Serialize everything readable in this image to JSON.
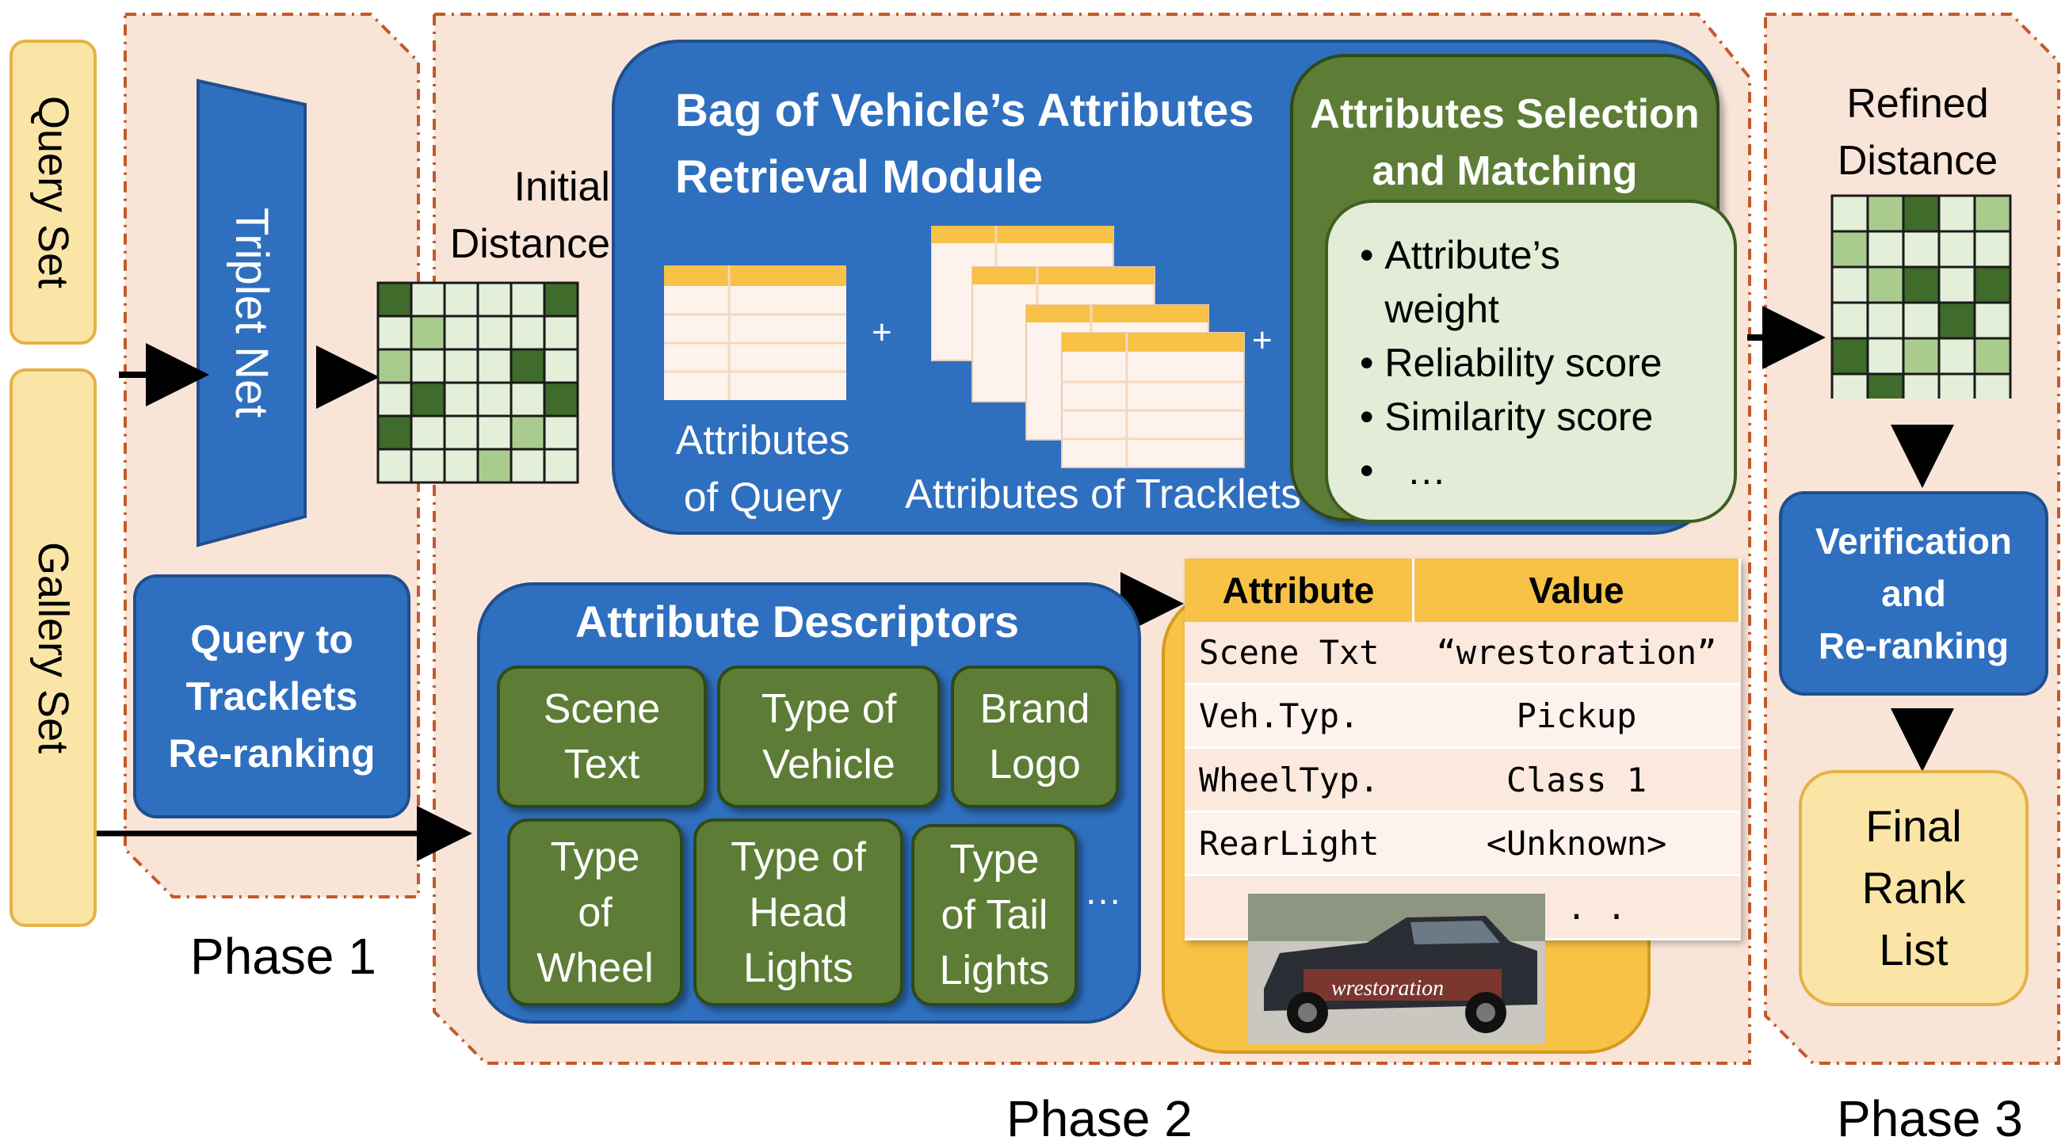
{
  "side": {
    "query_set": "Query Set",
    "gallery_set": "Gallery Set"
  },
  "phase1": {
    "label": "Phase 1",
    "triplet_net": "Triplet Net",
    "initial_distance": "Initial\nDistance",
    "query_to_tracklets": "Query to\nTracklets\nRe-ranking"
  },
  "phase2": {
    "label": "Phase 2",
    "bag_title": "Bag of Vehicle’s Attributes\nRetrieval Module",
    "plus": "+",
    "attributes_of_query": "Attributes\nof Query",
    "attributes_of_tracklets": "Attributes of Tracklets",
    "selection_title": "Attributes Selection\nand Matching",
    "selection_items": [
      "Attribute’s\nweight",
      "Reliability score",
      "Similarity score",
      "…"
    ],
    "descriptors_title": "Attribute Descriptors",
    "descriptors": [
      "Scene\nText",
      "Type of\nVehicle",
      "Brand\nLogo",
      "Type\nof\nWheel",
      "Type  of\nHead\nLights",
      "Type\nof Tail\nLights"
    ],
    "descriptors_more": "…",
    "table": {
      "headers": [
        "Attribute",
        "Value"
      ],
      "rows": [
        [
          "Scene Txt",
          "“wrestoration”"
        ],
        [
          "Veh.Typ.",
          "Pickup"
        ],
        [
          "WheelTyp.",
          "Class 1"
        ],
        [
          "RearLight",
          "<Unknown>"
        ],
        [
          "",
          ". . ."
        ]
      ]
    },
    "truck_text": "wrestoration"
  },
  "phase3": {
    "label": "Phase 3",
    "refined_distance": "Refined\nDistance",
    "verification": "Verification\nand\nRe-ranking",
    "final_rank": "Final\nRank\nList"
  },
  "colors": {
    "grid_light": "#e3efd9",
    "grid_mid": "#a9cc8e",
    "grid_dark": "#3f6b2b",
    "blue": "#2f6fbf",
    "green": "#5d7d36",
    "yellow_header": "#f7c245"
  },
  "matrices": {
    "initial": [
      [
        2,
        0,
        0,
        0,
        0,
        2
      ],
      [
        0,
        1,
        0,
        0,
        0,
        0
      ],
      [
        1,
        0,
        0,
        0,
        2,
        0
      ],
      [
        0,
        2,
        0,
        0,
        0,
        2
      ],
      [
        2,
        0,
        0,
        0,
        1,
        0
      ],
      [
        0,
        0,
        0,
        1,
        0,
        0
      ]
    ],
    "refined": [
      [
        0,
        1,
        2,
        0,
        1
      ],
      [
        1,
        0,
        0,
        0,
        0
      ],
      [
        0,
        1,
        2,
        0,
        2
      ],
      [
        0,
        0,
        0,
        2,
        0
      ],
      [
        2,
        0,
        1,
        0,
        1
      ],
      [
        0,
        2,
        0,
        0,
        0
      ]
    ]
  }
}
